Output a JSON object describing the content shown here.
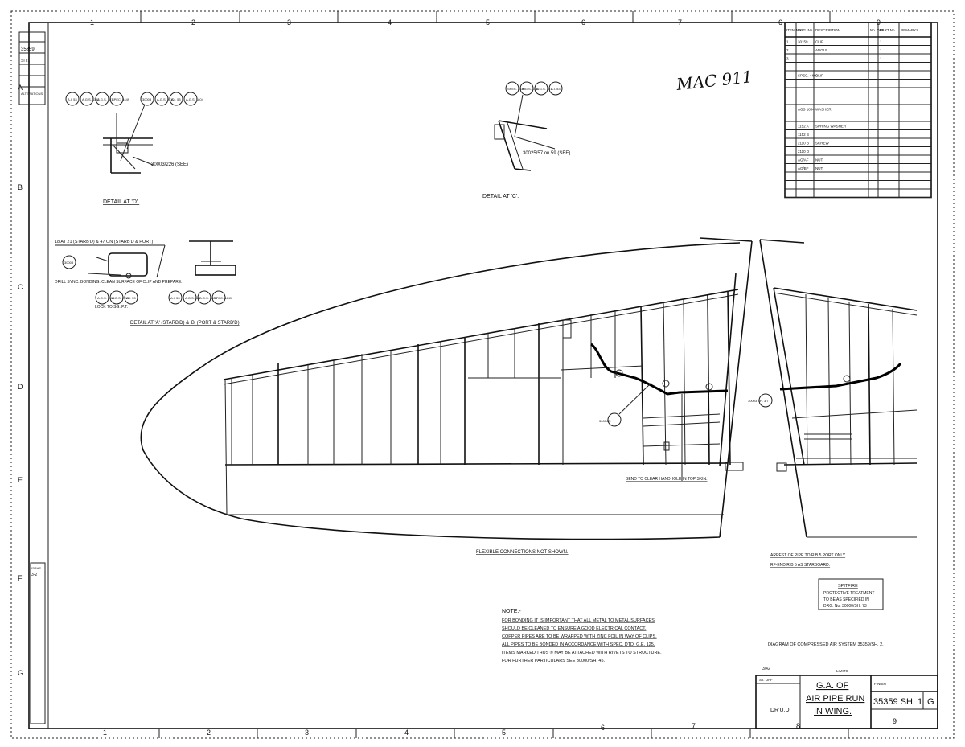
{
  "border": {
    "top_numbers": [
      "1",
      "2",
      "3",
      "4",
      "5",
      "6",
      "7",
      "6",
      "9"
    ],
    "bottom_numbers": [
      "1",
      "2",
      "3",
      "4",
      "5",
      "6",
      "7",
      "8",
      "9"
    ],
    "left_letters": [
      "A",
      "B",
      "C",
      "D",
      "E",
      "F",
      "G"
    ]
  },
  "left_strip": {
    "drawing_no": "35359",
    "sheet": "SH 1",
    "block_label": "ALTERATIONS",
    "issue_label": "ISSUE",
    "issue_value": "3-2"
  },
  "handwritten": "MAC 911",
  "parts_table": {
    "headers": [
      "ITEM No.",
      "DRG. No.",
      "DESCRIPTION",
      "No. OFF",
      "PART No.",
      "REMARKS"
    ],
    "rows": [
      [
        "1",
        "30159",
        "CLIP",
        "",
        "1",
        ""
      ],
      [
        "2",
        "",
        "ANGLE",
        "",
        "1",
        ""
      ],
      [
        "3",
        "",
        "",
        "",
        "1",
        ""
      ],
      [
        "",
        "",
        "",
        "",
        "",
        ""
      ],
      [
        "",
        "SPEC. 4449",
        "CLIP",
        "",
        "",
        ""
      ],
      [
        "",
        "",
        "",
        "",
        "",
        ""
      ],
      [
        "",
        "",
        "",
        "",
        "",
        ""
      ],
      [
        "",
        "",
        "",
        "",
        "",
        ""
      ],
      [
        "",
        "AGS 1804",
        "WASHER",
        "",
        "",
        ""
      ],
      [
        "",
        "",
        "",
        "",
        "",
        ""
      ],
      [
        "",
        "1152 A",
        "SPRING WASHER",
        "",
        "",
        ""
      ],
      [
        "",
        "1152 B",
        "",
        "",
        "",
        ""
      ],
      [
        "",
        "2110 B",
        "SCREW",
        "",
        "",
        ""
      ],
      [
        "",
        "2110 D",
        "",
        "",
        "",
        ""
      ],
      [
        "",
        "AG/AF",
        "NUT",
        "",
        "",
        ""
      ],
      [
        "",
        "AG/BF",
        "NUT",
        "",
        "",
        ""
      ],
      [
        "",
        "",
        "",
        "",
        "",
        ""
      ],
      [
        "",
        "",
        "",
        "",
        "",
        ""
      ],
      [
        "",
        "",
        "",
        "",
        "",
        ""
      ]
    ]
  },
  "details": {
    "detail_d": "DETAIL AT 'D'.",
    "detail_d_ref": "30003/226 (SEE)",
    "detail_c": "DETAIL AT 'C'.",
    "detail_c_ref": "30025/57 on 59 (SEE)",
    "detail_a_b": "DETAIL AT 'A' (STARB'D) & 'B' (PORT & STARB'D)",
    "detail_a_note1": "18 AT 21 (STARB'D) & 47 ON (STARB'D & PORT)",
    "detail_a_note2": "DRILL SYNC. BONDING. CLEAN SURFACE OF CLIP AND PREPARE.",
    "detail_a_note3": "LOCK TO SG. P.T."
  },
  "bubble_labels": [
    "A.I. 53",
    "A.G.S. 1152",
    "A.G.S. 187",
    "SPEC. 4449",
    "30003",
    "A.G.S. 2110",
    "A.I. 53",
    "A.G.S. 1804"
  ],
  "wing_notes": {
    "bend_note": "BEND TO CLEAR HANDHOLE IN TOP SKIN.",
    "flex_note": "FLEXIBLE CONNECTIONS NOT SHOWN.",
    "bubble_ref_1": "30004/5",
    "bubble_ref_2": "30003 SH. 3/7",
    "arrest_note1": "ARREST OF PIPE TO RIB 5 PORT ONLY",
    "arrest_note2": "RF-END RIB 5 AS STARBOARD."
  },
  "spitfire_box": {
    "title": "SPITFIRE",
    "line1": "PROTECTIVE TREATMENT",
    "line2": "TO BE AS SPECIFIED IN",
    "line3": "DRG. No. 30000/SH. 73"
  },
  "note_block": {
    "heading": "NOTE:-",
    "lines": [
      "FOR BONDING IT IS IMPORTANT THAT ALL METAL TO METAL SURFACES",
      "SHOULD BE CLEANED TO ENSURE A GOOD ELECTRICAL CONTACT.",
      "COPPER PIPES ARE TO BE WRAPPED WITH ZINC FOIL IN WAY OF CLIPS.",
      "ALL PIPES TO BE BONDED IN ACCORDANCE WITH SPEC. DTD. G.E. 125.",
      "ITEMS MARKED THUS ® MAY BE ATTACHED WITH RIVETS TO STRUCTURE.",
      "FOR FURTHER PARTICULARS SEE 30000/SH. 45."
    ]
  },
  "diagram_ref": "DIAGRAM OF COMPRESSED AIR SYSTEM 35359/SH. 2.",
  "title_block": {
    "title_line1": "G.A. OF",
    "title_line2": "AIR PIPE RUN",
    "title_line3": "IN WING.",
    "drawing_number": "35359 SH. 1",
    "sheet_letter": "G",
    "drawn_label": "DR'U.D.",
    "date_label": "3/42",
    "scale_label": "ST. OFF",
    "limits_label": "LIMITS",
    "finish_label": "FINISH"
  }
}
